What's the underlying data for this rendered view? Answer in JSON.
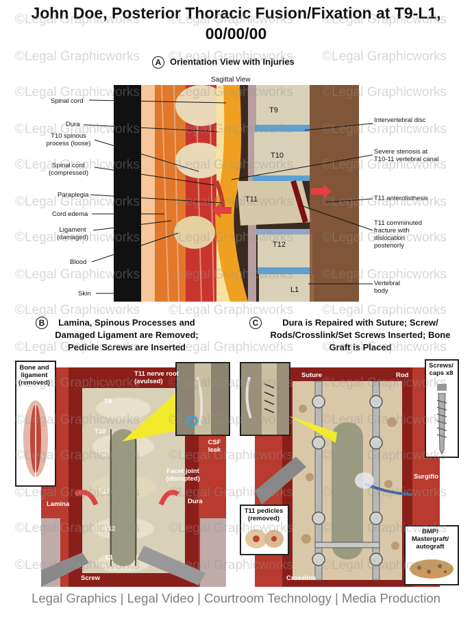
{
  "title_line1": "John Doe, Posterior Thoracic Fusion/Fixation at T9-L1,",
  "title_line2": "00/00/00",
  "watermark": "©Legal Graphicworks",
  "section_a": {
    "letter": "A",
    "title": "Orientation View with Injuries"
  },
  "sagittal": {
    "view_label": "Sagittal View",
    "vertebrae": [
      "T9",
      "T10",
      "T11",
      "T12",
      "L1"
    ],
    "left_labels": {
      "spinal_cord": "Spinal cord",
      "dura": "Dura",
      "t10_spinous": "T10 spinous process (loose)",
      "cord_compressed": "Spinal cord (compressed)",
      "paraplegia": "Paraplegia",
      "cord_edema": "Cord edema",
      "ligament": "Ligament (damaged)",
      "blood": "Blood",
      "skin": "Skin"
    },
    "right_labels": {
      "disc": "Intervertebral disc",
      "stenosis": "Severe stenosis at T10-11 vertebral canal",
      "anterolisthesis": "T11 anterolisthesis",
      "comminuted": "T11 comminuted fracture with dislocation posteriorly",
      "vertebral_body": "Vertebral body"
    }
  },
  "section_b": {
    "letter": "B",
    "caption": "Lamina, Spinous Processes and Damaged Ligament are Removed; Pedicle Screws are Inserted"
  },
  "section_c": {
    "letter": "C",
    "caption": "Dura is Repaired with Suture; Screw/ Rods/Crosslink/Set Screws Inserted; Bone Graft is Placed"
  },
  "panel_b": {
    "inset_label": "Bone and ligament (removed)",
    "labels": {
      "nerve_root": "T11 nerve root (avulsed)",
      "t9": "T9",
      "t10": "T10",
      "t11": "T11",
      "t12": "T12",
      "l1": "L1",
      "csf": "CSF leak",
      "facet": "Facet joint (disrupted)",
      "dura": "Dura",
      "lamina": "Lamina",
      "screw": "Screw"
    }
  },
  "panel_c": {
    "labels": {
      "suture": "Suture",
      "rod": "Rod",
      "screws_caps": "Screws/ caps x8",
      "surgiflo": "Surgiflo",
      "t11_pedicles": "T11 pedicles (removed)",
      "bmp": "BMP/ Mastergraft/ autograft",
      "crosslink": "Crosslink"
    }
  },
  "footer": "Legal Graphics | Legal Video | Courtroom Technology | Media Production",
  "colors": {
    "skin": "#f5c79a",
    "muscle": "#c8342e",
    "cord": "#f0a020",
    "bone": "#d9d0b8",
    "disc": "#5ea0d0",
    "tissue_dark": "#8a1f1a",
    "arrow": "#e04040",
    "callout_yellow": "#f3ea2b"
  }
}
